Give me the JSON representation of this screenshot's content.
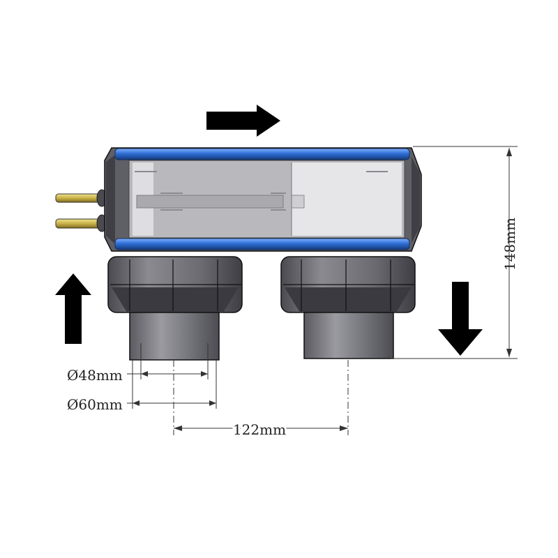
{
  "dimensions": {
    "height_label": "148mm",
    "inner_diameter_label": "Ø48mm",
    "outer_diameter_label": "Ø60mm",
    "spacing_label": "122mm"
  },
  "flow_arrows": {
    "top": "right",
    "left": "up",
    "right": "down"
  },
  "colors": {
    "body_blue": "#2f6fd6",
    "housing_gray": "#6f6f74",
    "window_gray": "#c9c9cc",
    "brass": "#c9b24a",
    "arrow": "#000000"
  }
}
